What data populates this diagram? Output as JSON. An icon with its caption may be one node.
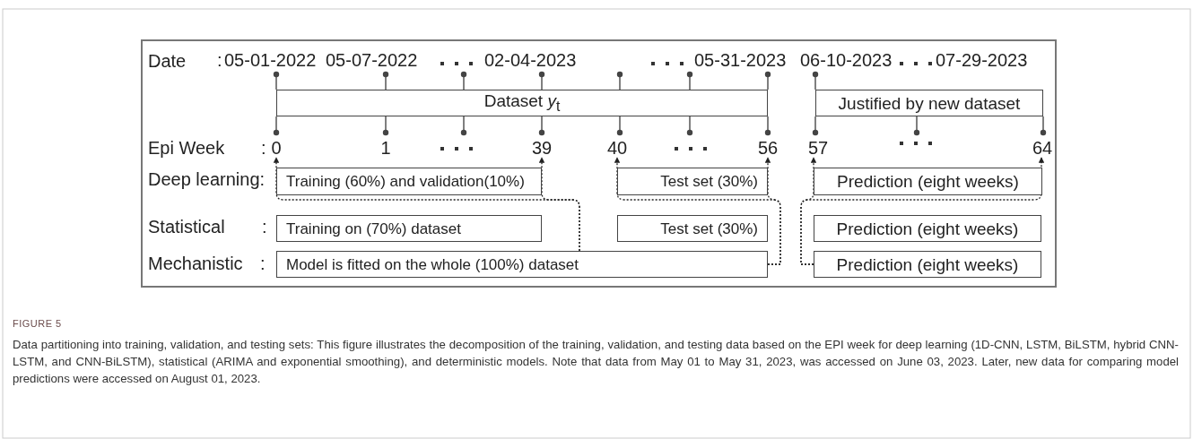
{
  "diagram": {
    "title": "FIGURE 5",
    "caption": "Data partitioning into training, validation, and testing sets: This figure illustrates the decomposition of the training, validation, and testing data based on the EPI week for deep learning (1D-CNN, LSTM, BiLSTM, hybrid CNN-LSTM, and CNN-BiLSTM), statistical (ARIMA and exponential smoothing), and deterministic models. Note that data from May 01 to May 31, 2023, was accessed on June 03, 2023. Later, new data for comparing model predictions were accessed on August 01, 2023.",
    "nodes": [
      {
        "text": [
          "Dataset *y*$_{t}$"
        ]
      },
      {
        "text": [
          "Justified by new dataset"
        ]
      },
      {
        "text": [
          "Training (60%) and validation(10%)"
        ]
      },
      {
        "text": [
          "Test set (30%)"
        ]
      },
      {
        "text": [
          "Prediction (eight weeks)"
        ]
      },
      {
        "text": [
          "Training on (70%) dataset"
        ]
      },
      {
        "text": [
          "Test set (30%)"
        ]
      },
      {
        "text": [
          "Prediction (eight weeks)"
        ]
      },
      {
        "text": [
          "Model is fitted on the whole (100%) dataset"
        ]
      },
      {
        "text": [
          "Prediction (eight weeks)"
        ]
      },
      {
        "text": [
          "0"
        ]
      },
      {
        "text": [
          "39"
        ]
      },
      {
        "text": [
          "40"
        ]
      },
      {
        "text": [
          "56"
        ]
      },
      {
        "text": [
          "57"
        ]
      },
      {
        "text": [
          "64"
        ]
      }
    ],
    "edges": [
      {
        "from": 8,
        "to": 10,
        "arrow": "to",
        "style": "dashed"
      },
      {
        "from": 8,
        "to": 11,
        "arrow": "to",
        "style": "dashed"
      },
      {
        "from": 8,
        "to": 12,
        "arrow": "to",
        "style": "dashed"
      },
      {
        "from": 8,
        "to": 13,
        "arrow": "to",
        "style": "dashed"
      },
      {
        "from": 9,
        "to": 14,
        "arrow": "to",
        "style": "dashed"
      },
      {
        "from": 9,
        "to": 15,
        "arrow": "to",
        "style": "dashed"
      }
    ],
    "labels": [
      "Date",
      ":",
      "05-01-2022",
      "05-07-2022",
      "02-04-2023",
      "05-31-2023",
      "06-10-2023",
      "07-29-2023",
      "Epi Week",
      ":",
      "1",
      "Deep learning:",
      "Statistical",
      ":",
      "Mechanistic",
      ":"
    ]
  }
}
